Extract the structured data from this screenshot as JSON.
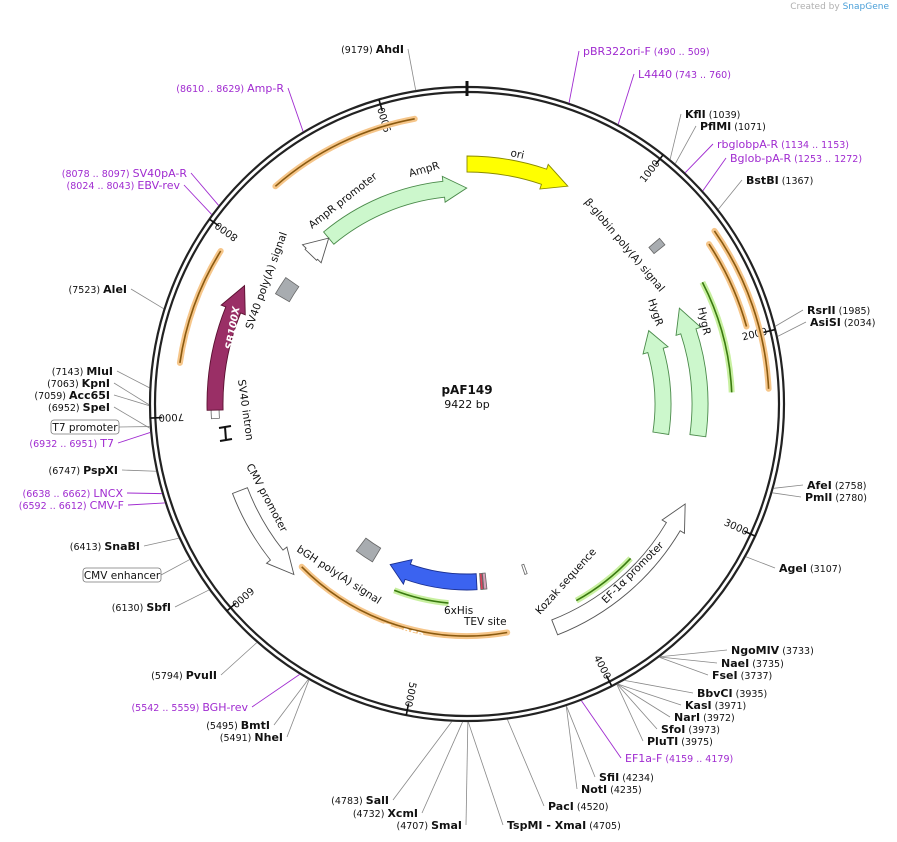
{
  "credit": {
    "prefix": "Created by",
    "brand": "SnapGene"
  },
  "plasmid": {
    "name": "pAF149",
    "length": "9422 bp"
  },
  "ticks": [
    "1000",
    "2000",
    "3000",
    "4000",
    "5000",
    "6000",
    "7000",
    "8000",
    "9000"
  ],
  "sites": [
    {
      "name": "AhdI",
      "pos": "(9179)"
    },
    {
      "name": "KflI",
      "pos": "(1039)"
    },
    {
      "name": "PflMI",
      "pos": "(1071)"
    },
    {
      "name": "BstBI",
      "pos": "(1367)"
    },
    {
      "name": "RsrII",
      "pos": "(1985)"
    },
    {
      "name": "AsiSI",
      "pos": "(2034)"
    },
    {
      "name": "AfeI",
      "pos": "(2758)"
    },
    {
      "name": "PmlI",
      "pos": "(2780)"
    },
    {
      "name": "AgeI",
      "pos": "(3107)"
    },
    {
      "name": "NgoMIV",
      "pos": "(3733)"
    },
    {
      "name": "NaeI",
      "pos": "(3735)"
    },
    {
      "name": "FseI",
      "pos": "(3737)"
    },
    {
      "name": "BbvCI",
      "pos": "(3935)"
    },
    {
      "name": "KasI",
      "pos": "(3971)"
    },
    {
      "name": "NarI",
      "pos": "(3972)"
    },
    {
      "name": "SfoI",
      "pos": "(3973)"
    },
    {
      "name": "PluTI",
      "pos": "(3975)"
    },
    {
      "name": "SfiI",
      "pos": "(4234)"
    },
    {
      "name": "NotI",
      "pos": "(4235)"
    },
    {
      "name": "PacI",
      "pos": "(4520)"
    },
    {
      "name": "TspMI - XmaI",
      "pos": "(4705)"
    },
    {
      "name": "SmaI",
      "pos": "(4707)"
    },
    {
      "name": "XcmI",
      "pos": "(4732)"
    },
    {
      "name": "SalI",
      "pos": "(4783)"
    },
    {
      "name": "NheI",
      "pos": "(5491)"
    },
    {
      "name": "BmtI",
      "pos": "(5495)"
    },
    {
      "name": "PvuII",
      "pos": "(5794)"
    },
    {
      "name": "SbfI",
      "pos": "(6130)"
    },
    {
      "name": "SnaBI",
      "pos": "(6413)"
    },
    {
      "name": "PspXI",
      "pos": "(6747)"
    },
    {
      "name": "SpeI",
      "pos": "(6952)"
    },
    {
      "name": "Acc65I",
      "pos": "(7059)"
    },
    {
      "name": "KpnI",
      "pos": "(7063)"
    },
    {
      "name": "MluI",
      "pos": "(7143)"
    },
    {
      "name": "AleI",
      "pos": "(7523)"
    }
  ],
  "primers": [
    {
      "name": "pBR322ori-F",
      "pos": "(490 .. 509)"
    },
    {
      "name": "L4440",
      "pos": "(743 .. 760)"
    },
    {
      "name": "rbglobpA-R",
      "pos": "(1134 .. 1153)"
    },
    {
      "name": "Bglob-pA-R",
      "pos": "(1253 .. 1272)"
    },
    {
      "name": "EF1a-F",
      "pos": "(4159 .. 4179)"
    },
    {
      "name": "BGH-rev",
      "pos": "(5542 .. 5559)"
    },
    {
      "name": "CMV-F",
      "pos": "(6592 .. 6612)"
    },
    {
      "name": "LNCX",
      "pos": "(6638 .. 6662)"
    },
    {
      "name": "T7",
      "pos": "(6932 .. 6951)"
    },
    {
      "name": "EBV-rev",
      "pos": "(8024 .. 8043)"
    },
    {
      "name": "SV40pA-R",
      "pos": "(8078 .. 8097)"
    },
    {
      "name": "Amp-R",
      "pos": "(8610 .. 8629)"
    }
  ],
  "boxed_features": [
    "T7 promoter",
    "CMV enhancer"
  ],
  "features": [
    {
      "name": "ori",
      "color": "#ffff00"
    },
    {
      "name": "AmpR",
      "color": "#ccf7cc"
    },
    {
      "name": "AmpR promoter",
      "color": "#ffffff"
    },
    {
      "name": "β-globin poly(A) signal",
      "color": "#a8acb0"
    },
    {
      "name": "HygR",
      "color": "#ccf7cc"
    },
    {
      "name": "HygR",
      "color": "#ccf7cc"
    },
    {
      "name": "EF-1α promoter",
      "color": "#ffffff"
    },
    {
      "name": "Kozak sequence",
      "color": "#ffffff"
    },
    {
      "name": "6xHis",
      "color": "#e0405a"
    },
    {
      "name": "TEV site",
      "color": "#d8a0b8"
    },
    {
      "name": "TagBFP",
      "color": "#3b63f0"
    },
    {
      "name": "bGH poly(A) signal",
      "color": "#a8acb0"
    },
    {
      "name": "CMV promoter",
      "color": "#ffffff"
    },
    {
      "name": "SV40 intron",
      "color": "#ffffff"
    },
    {
      "name": "SB100X",
      "color": "#9a2f66"
    },
    {
      "name": "SV40 poly(A) signal",
      "color": "#a8acb0"
    }
  ]
}
